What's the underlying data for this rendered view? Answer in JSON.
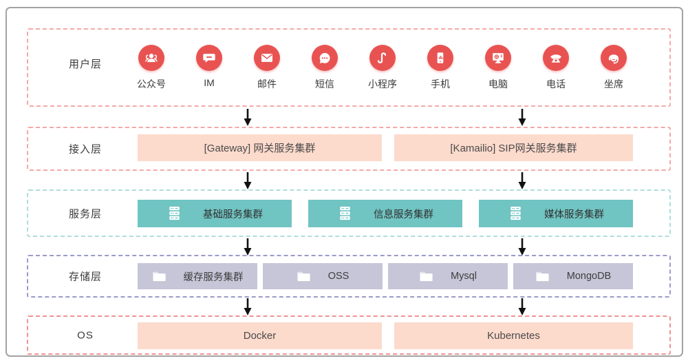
{
  "layers": [
    {
      "label": "用户层",
      "items": [
        {
          "label": "公众号",
          "icon": "official-account-icon"
        },
        {
          "label": "IM",
          "icon": "im-chat-icon"
        },
        {
          "label": "邮件",
          "icon": "mail-icon"
        },
        {
          "label": "短信",
          "icon": "sms-icon"
        },
        {
          "label": "小程序",
          "icon": "miniprogram-icon"
        },
        {
          "label": "手机",
          "icon": "mobile-phone-icon"
        },
        {
          "label": "电脑",
          "icon": "computer-icon"
        },
        {
          "label": "电话",
          "icon": "telephone-icon"
        },
        {
          "label": "坐席",
          "icon": "agent-headset-icon"
        }
      ]
    },
    {
      "label": "接入层",
      "boxes": [
        {
          "label": "[Gateway] 网关服务集群"
        },
        {
          "label": "[Kamailio] SIP网关服务集群"
        }
      ]
    },
    {
      "label": "服务层",
      "boxes": [
        {
          "label": "基础服务集群",
          "icon": "server-cluster-icon"
        },
        {
          "label": "信息服务集群",
          "icon": "server-cluster-icon"
        },
        {
          "label": "媒体服务集群",
          "icon": "server-cluster-icon"
        }
      ]
    },
    {
      "label": "存储层",
      "boxes": [
        {
          "label": "缓存服务集群",
          "icon": "folder-icon"
        },
        {
          "label": "OSS",
          "icon": "folder-icon"
        },
        {
          "label": "Mysql",
          "icon": "folder-icon"
        },
        {
          "label": "MongoDB",
          "icon": "folder-icon"
        }
      ]
    },
    {
      "label": "OS",
      "boxes": [
        {
          "label": "Docker"
        },
        {
          "label": "Kubernetes"
        }
      ]
    }
  ],
  "colors": {
    "channel_icon_red": "#e85352",
    "access_box_fill": "#fcdacc",
    "service_box_fill": "#70c4c2",
    "storage_box_fill": "#c6c6d8",
    "user_layer_border": "#f5a8a8",
    "access_layer_border": "#f5a8a8",
    "service_layer_border": "#aedddc",
    "storage_layer_border": "#9a9aca",
    "os_layer_border": "#ef9292",
    "arrow_color": "#111111",
    "frame_border": "#a2a2a2",
    "text_color": "#3f3f3f"
  }
}
